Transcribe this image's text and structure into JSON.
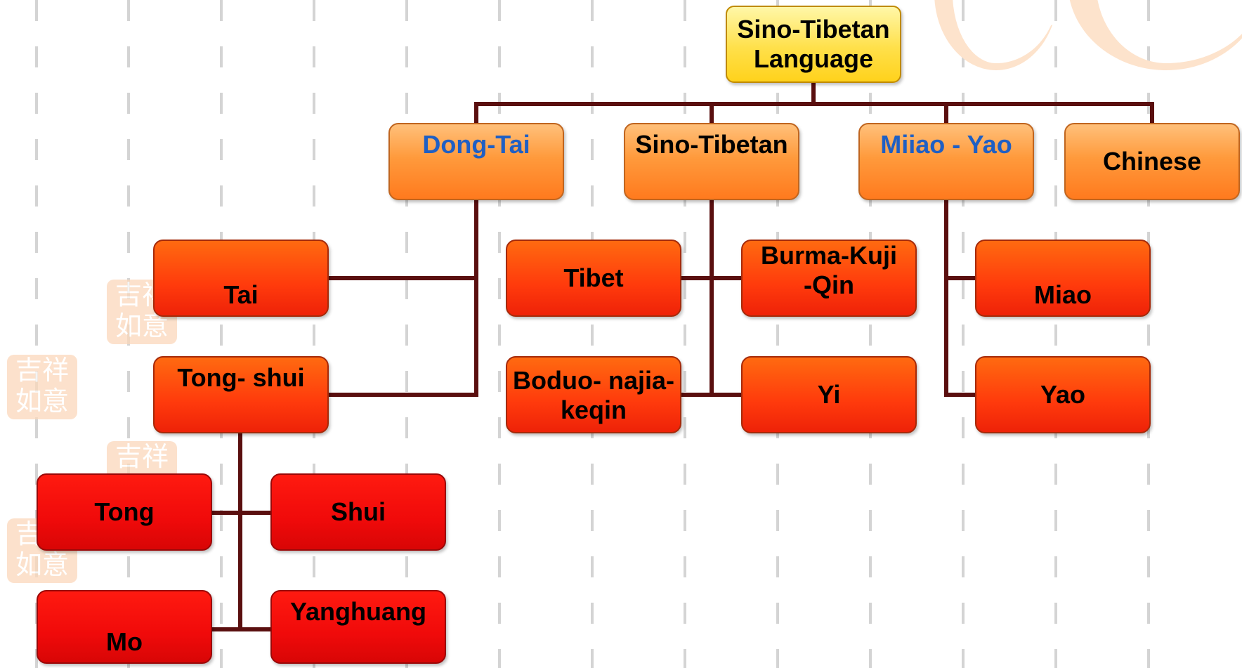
{
  "diagram": {
    "root": {
      "label": "Sino-Tibetan\nLanguage"
    },
    "branches": [
      {
        "label": "Dong-Tai",
        "children": [
          {
            "label": "Tai"
          },
          {
            "label": "Tong- shui",
            "children": [
              {
                "label": "Tong"
              },
              {
                "label": "Shui"
              },
              {
                "label": "Mo"
              },
              {
                "label": "Yanghuang"
              }
            ]
          }
        ]
      },
      {
        "label": "Sino-Tibetan",
        "children": [
          {
            "label": "Tibet"
          },
          {
            "label": "Burma-Kuji\n-Qin"
          },
          {
            "label": "Boduo- najia-\nkeqin"
          },
          {
            "label": "Yi"
          }
        ]
      },
      {
        "label": "Miiao - Yao",
        "children": [
          {
            "label": "Miao"
          },
          {
            "label": "Yao"
          }
        ]
      },
      {
        "label": "Chinese"
      }
    ]
  },
  "colors": {
    "connector": "#5a0f0f",
    "root_fill": "#ffe04a",
    "level1_fill": "#ff9a3c",
    "level2_fill": "#ff3a0c",
    "level3_fill": "#f00a0a",
    "accent_text": "#1f5fc4"
  }
}
